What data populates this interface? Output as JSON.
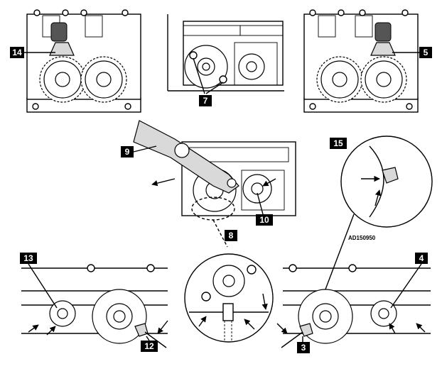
{
  "callouts": {
    "c14": "14",
    "c7": "7",
    "c5": "5",
    "c9": "9",
    "c15": "15",
    "c8": "8",
    "c10": "10",
    "c13": "13",
    "c4": "4",
    "c12": "12",
    "c3": "3"
  },
  "reference_code": "AD150950"
}
